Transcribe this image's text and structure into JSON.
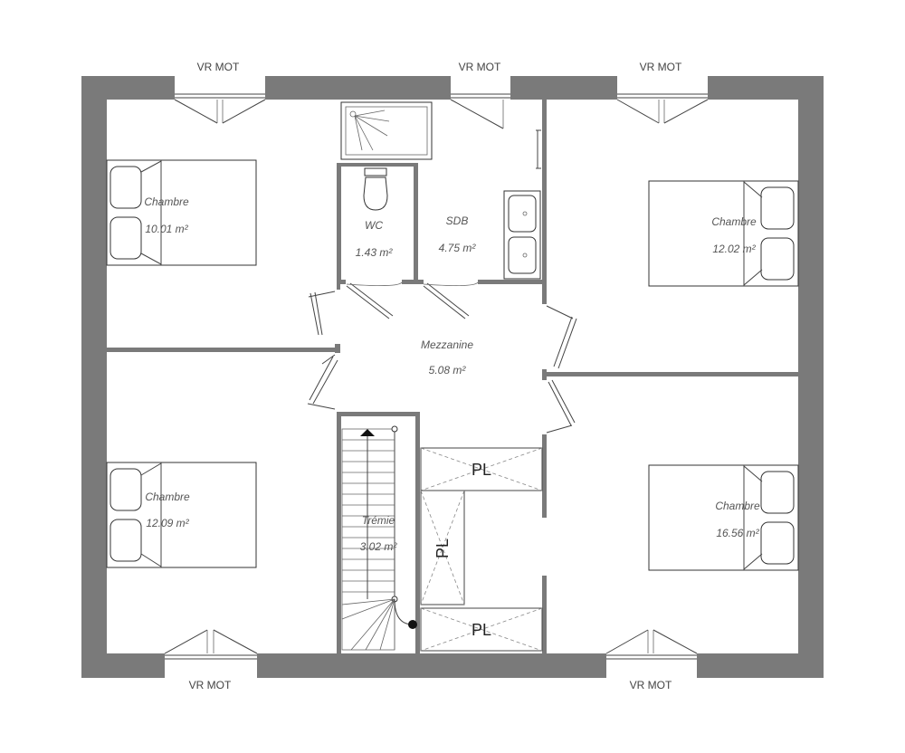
{
  "rooms": {
    "chambre1": {
      "name": "Chambre",
      "area": "10.01 m²"
    },
    "wc": {
      "name": "WC",
      "area": "1.43 m²"
    },
    "sdb": {
      "name": "SDB",
      "area": "4.75 m²"
    },
    "chambre2": {
      "name": "Chambre",
      "area": "12.02 m²"
    },
    "mezzanine": {
      "name": "Mezzanine",
      "area": "5.08 m²"
    },
    "chambre3": {
      "name": "Chambre",
      "area": "12.09 m²"
    },
    "tremie": {
      "name": "Trémie",
      "area": "3.02 m²"
    },
    "chambre4": {
      "name": "Chambre",
      "area": "16.56 m²"
    }
  },
  "windows": {
    "top_left": "VR MOT",
    "top_middle": "VR MOT",
    "top_right": "VR MOT",
    "bottom_left": "VR MOT",
    "bottom_right": "VR MOT"
  },
  "closets": {
    "top": "PL",
    "left": "PL",
    "bottom": "PL"
  },
  "colors": {
    "wall": "#7a7a7a",
    "line": "#444444",
    "text": "#555555"
  }
}
